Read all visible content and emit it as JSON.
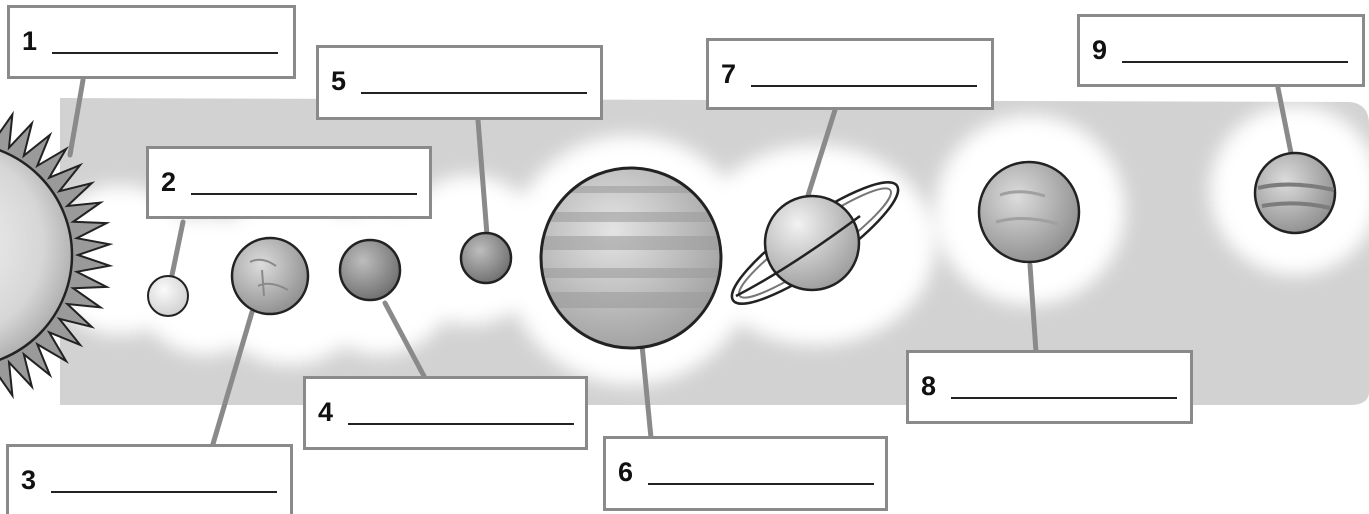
{
  "labels": [
    {
      "number": "1"
    },
    {
      "number": "2"
    },
    {
      "number": "3"
    },
    {
      "number": "4"
    },
    {
      "number": "5"
    },
    {
      "number": "6"
    },
    {
      "number": "7"
    },
    {
      "number": "8"
    },
    {
      "number": "9"
    }
  ],
  "colors": {
    "band": "#d2d2d2",
    "leader_line": "#8a8a8a",
    "box_border": "#8a8a8a",
    "planet_fill": "#c4c4c4",
    "planet_outline": "#222222"
  }
}
